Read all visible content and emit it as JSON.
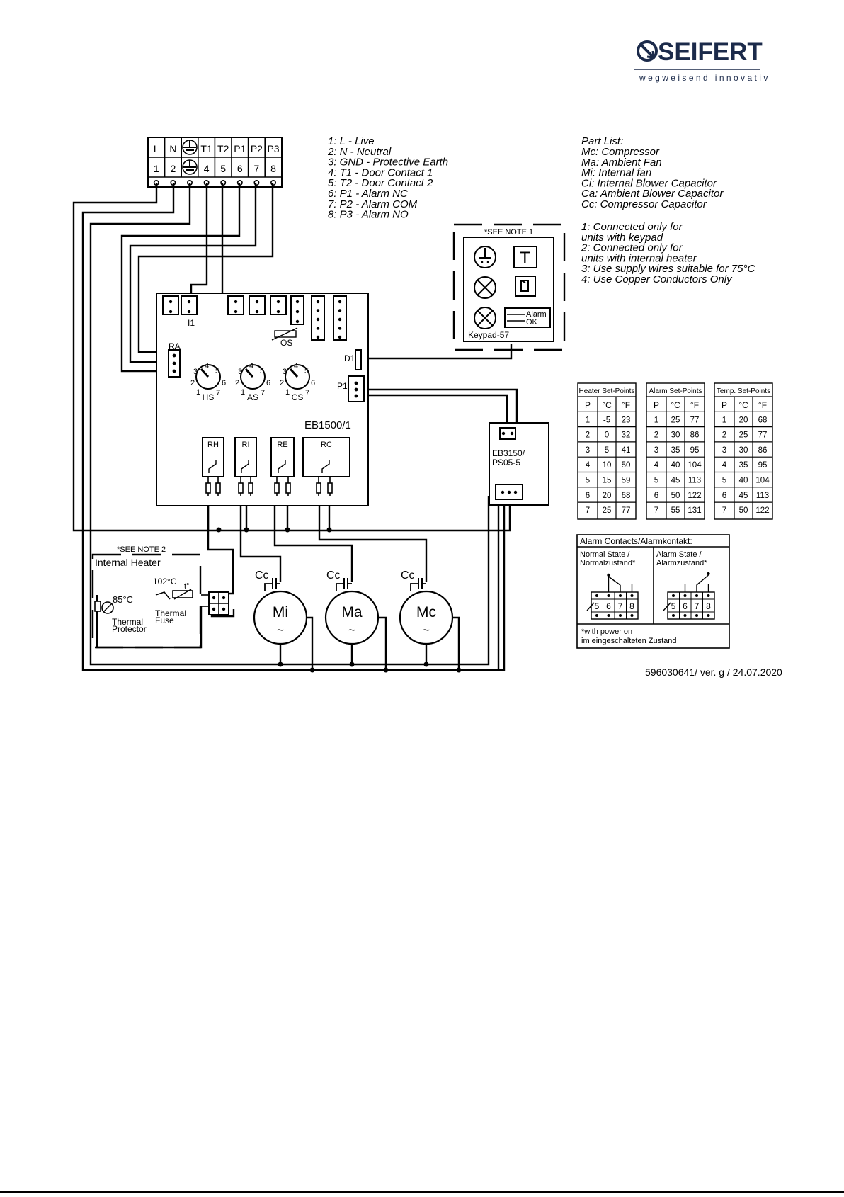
{
  "brand": {
    "name": "SEIFERT",
    "tagline": "wegweisend innovativ"
  },
  "terminal_block": {
    "top": [
      "L",
      "N",
      "",
      "T1",
      "T2",
      "P1",
      "P2",
      "P3"
    ],
    "bottom": [
      "1",
      "2",
      "",
      "4",
      "5",
      "6",
      "7",
      "8"
    ]
  },
  "terminal_legend": [
    "1: L - Live",
    "2: N - Neutral",
    "3: GND - Protective Earth",
    "4: T1 - Door Contact 1",
    "5: T2 - Door Contact 2",
    "6: P1 - Alarm NC",
    "7: P2 - Alarm COM",
    "8: P3 - Alarm NO"
  ],
  "part_list": {
    "title": "Part List:",
    "items": [
      "Mc: Compressor",
      "Ma: Ambient Fan",
      "Mi: Internal fan",
      "Ci: Internal Blower Capacitor",
      "Ca: Ambient Blower Capacitor",
      "Cc: Compressor Capacitor"
    ]
  },
  "notes": [
    "1: Connected only for",
    "units with keypad",
    "2: Connected only for",
    "units with internal heater",
    "3: Use supply wires suitable for 75°C",
    "4: Use Copper Conductors Only"
  ],
  "keypad": {
    "note": "*SEE NOTE 1",
    "label": "Keypad-57",
    "alarm": "Alarm",
    "ok": "OK",
    "t_symbol": "T"
  },
  "controller": {
    "model": "EB1500/1",
    "i1": "I1",
    "ra": "RA",
    "os": "OS",
    "d1": "D1",
    "p1": "P1",
    "dials": [
      {
        "name": "HS",
        "numbers": [
          "1",
          "2",
          "3",
          "4",
          "5",
          "6",
          "7"
        ]
      },
      {
        "name": "AS",
        "numbers": [
          "1",
          "2",
          "3",
          "4",
          "5",
          "6",
          "7"
        ]
      },
      {
        "name": "CS",
        "numbers": [
          "1",
          "2",
          "3",
          "4",
          "5",
          "6",
          "7"
        ]
      }
    ],
    "relays": [
      "RH",
      "RI",
      "RE",
      "RC"
    ]
  },
  "power_supply": {
    "line1": "EB3150/",
    "line2": "PS05-5"
  },
  "heater": {
    "note": "*SEE NOTE 2",
    "title": "Internal Heater",
    "fuse_temp": "102°C",
    "t_label": "t°",
    "protector_temp": "85°C",
    "fuse_label_1": "Thermal",
    "fuse_label_2": "Fuse",
    "protector_label_1": "Thermal",
    "protector_label_2": "Protector"
  },
  "motors": [
    {
      "name": "Mi",
      "cap": "Cc",
      "sym": "~"
    },
    {
      "name": "Ma",
      "cap": "Cc",
      "sym": "~"
    },
    {
      "name": "Mc",
      "cap": "Cc",
      "sym": "~"
    }
  ],
  "setpoint_tables": [
    {
      "title": "Heater Set-Points",
      "headers": [
        "P",
        "°C",
        "°F"
      ],
      "rows": [
        [
          "1",
          "-5",
          "23"
        ],
        [
          "2",
          "0",
          "32"
        ],
        [
          "3",
          "5",
          "41"
        ],
        [
          "4",
          "10",
          "50"
        ],
        [
          "5",
          "15",
          "59"
        ],
        [
          "6",
          "20",
          "68"
        ],
        [
          "7",
          "25",
          "77"
        ]
      ]
    },
    {
      "title": "Alarm Set-Points",
      "headers": [
        "P",
        "°C",
        "°F"
      ],
      "rows": [
        [
          "1",
          "25",
          "77"
        ],
        [
          "2",
          "30",
          "86"
        ],
        [
          "3",
          "35",
          "95"
        ],
        [
          "4",
          "40",
          "104"
        ],
        [
          "5",
          "45",
          "113"
        ],
        [
          "6",
          "50",
          "122"
        ],
        [
          "7",
          "55",
          "131"
        ]
      ]
    },
    {
      "title": "Temp. Set-Points",
      "headers": [
        "P",
        "°C",
        "°F"
      ],
      "rows": [
        [
          "1",
          "20",
          "68"
        ],
        [
          "2",
          "25",
          "77"
        ],
        [
          "3",
          "30",
          "86"
        ],
        [
          "4",
          "35",
          "95"
        ],
        [
          "5",
          "40",
          "104"
        ],
        [
          "6",
          "45",
          "113"
        ],
        [
          "7",
          "50",
          "122"
        ]
      ]
    }
  ],
  "alarm_contacts": {
    "title": "Alarm Contacts/Alarmkontakt:",
    "normal_1": "Normal State /",
    "normal_2": "Normalzustand*",
    "alarm_1": "Alarm State /",
    "alarm_2": "Alarmzustand*",
    "terminals": [
      "5",
      "6",
      "7",
      "8"
    ],
    "footnote_1": "*with power on",
    "footnote_2": "im eingeschalteten Zustand"
  },
  "doc_ref": "596030641/ ver. g / 24.07.2020"
}
